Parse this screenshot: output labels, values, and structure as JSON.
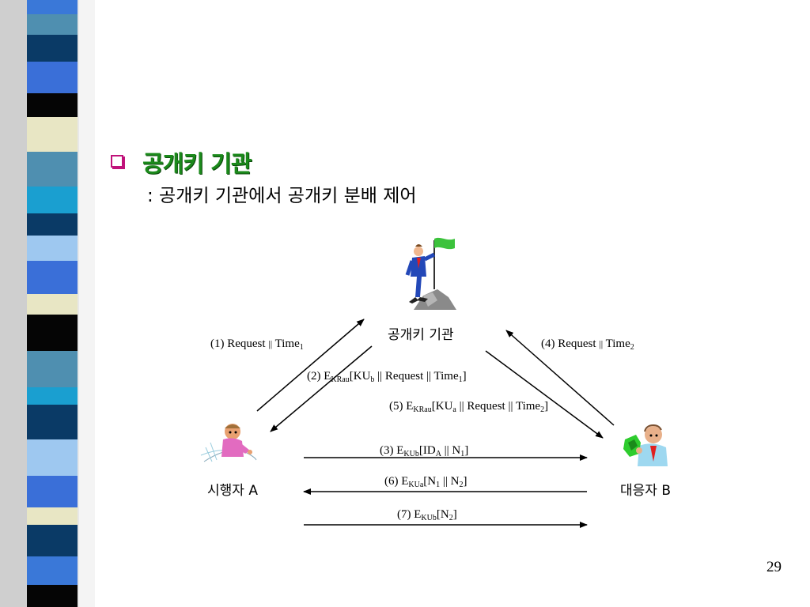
{
  "slide": {
    "title": "공개키 기관",
    "subtitle": ": 공개키 기관에서 공개키 분배 제어",
    "page_number": "29"
  },
  "nodes": {
    "authority": "공개키 기관",
    "initiator": "시행자 A",
    "responder": "대응자 B"
  },
  "messages": {
    "m1": {
      "prefix": "(1) Request ",
      "sep": "||",
      "mid": " Time",
      "sub": "1"
    },
    "m2": {
      "prefix": "(2) E",
      "sub1": "KRau",
      "a": "[KU",
      "sub2": "b",
      "b": " || Request || Time",
      "sub3": "1",
      "c": "]"
    },
    "m3": {
      "prefix": "(3) E",
      "sub1": "KUb",
      "a": "[ID",
      "sub2": "A",
      "b": " || N",
      "sub3": "1",
      "c": "]"
    },
    "m4": {
      "prefix": "(4) Request ",
      "sep": "||",
      "mid": " Time",
      "sub": "2"
    },
    "m5": {
      "prefix": "(5) E",
      "sub1": "KRau",
      "a": "[KU",
      "sub2": "a",
      "b": " || Request || Time",
      "sub3": "2",
      "c": "]"
    },
    "m6": {
      "prefix": "(6) E",
      "sub1": "KUa",
      "a": "[N",
      "sub2": "1",
      "b": " || N",
      "sub3": "2",
      "c": "]"
    },
    "m7": {
      "prefix": "(7) E",
      "sub1": "KUb",
      "a": "[N",
      "sub2": "2",
      "c": "]"
    }
  },
  "icons": {
    "bullet": "square-bullet-icon",
    "authority": "climber-with-flag-icon",
    "initiator": "person-a-icon",
    "responder": "person-b-icon"
  },
  "colors": {
    "title": "#1b8a1b",
    "bullet": "#c0127a"
  }
}
